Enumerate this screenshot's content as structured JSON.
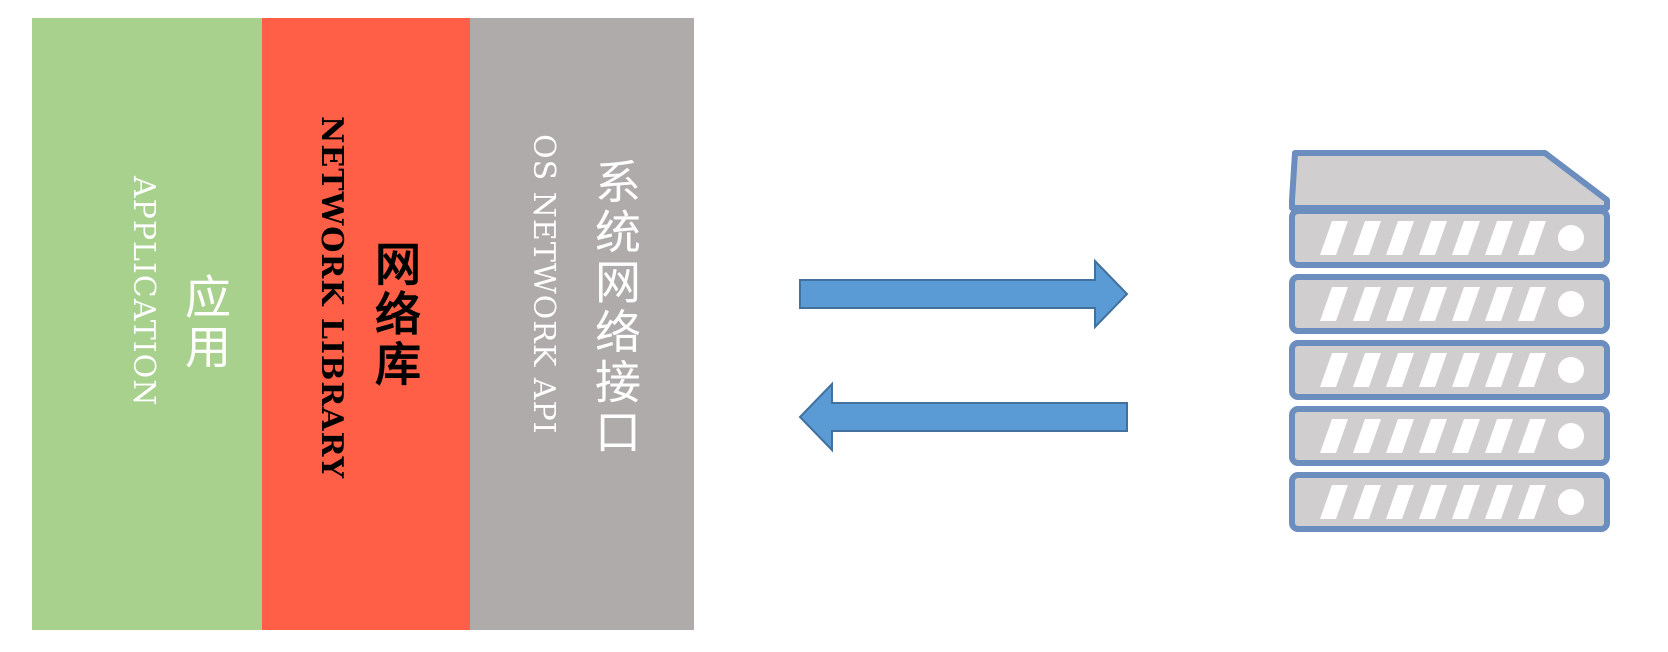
{
  "layers": {
    "application": {
      "cn": "应用",
      "en": "APPLICATION",
      "bg_color": "#a9d18e",
      "text_color": "#ffffff"
    },
    "network_library": {
      "cn": "网络库",
      "en": "NETWORK LIBRARY",
      "bg_color": "#ff5f46",
      "text_color": "#000000"
    },
    "os_network_api": {
      "cn": "系统网络接口",
      "en": "OS NETWORK API",
      "bg_color": "#afabab",
      "text_color": "#ffffff"
    }
  },
  "arrows": {
    "request_direction": "right",
    "response_direction": "left",
    "fill_color": "#5b9bd5",
    "stroke_color": "#41719c"
  },
  "server": {
    "icon": "server-rack-icon",
    "unit_count": 5,
    "frame_color": "#6c8ebf",
    "unit_color": "#d0cece"
  }
}
